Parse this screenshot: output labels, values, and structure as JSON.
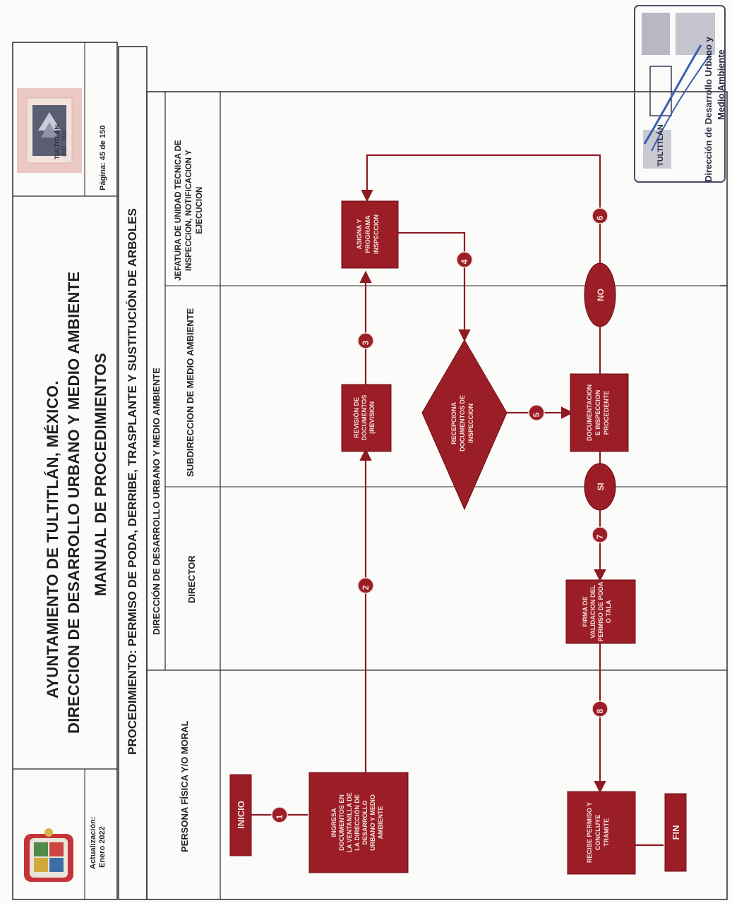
{
  "header": {
    "org_line1": "AYUNTAMIENTO DE TULTITLÁN, MÉXICO.",
    "org_line2": "DIRECCION DE DESARROLLO URBANO Y MEDIO AMBIENTE",
    "manual_title": "MANUAL DE PROCEDIMIENTOS",
    "procedure": "PROCEDIMIENTO: PERMISO DE PODA, DERRIBE, TRASPLANTE Y SUSTITUCIÓN DE ARBOLES",
    "update_label": "Actualización:",
    "update_date": "Enero 2022",
    "page": "Página: 45 de 150",
    "logo_text": "TULTITLÁN",
    "logo_years": "2022 - 2024"
  },
  "lanes": {
    "group_title": "DIRECCIÓN DE DESARROLLO URBANO Y MEDIO AMBIENTE",
    "persona": "PERSONA FÍSICA Y/O MORAL",
    "director": "DIRECTOR",
    "subdireccion": "SUBDIRECCION DE MEDIO AMBIENTE",
    "jefatura_line1": "JEFATURA DE UNIDAD TECNICA DE",
    "jefatura_line2": "INSPECCION, NOTIFICACION Y",
    "jefatura_line3": "EJECUCION"
  },
  "nodes": {
    "inicio": "INICIO",
    "fin": "FIN",
    "ingresa": [
      "INGRESA",
      "DOCUMENTOS EN",
      "LA VENTANILLA DE",
      "LA DIRECCIÓN DE",
      "DESARROLLO",
      "URBANO Y MEDIO",
      "AMBIENTE"
    ],
    "recibe": [
      "RECIBE PERMISO Y",
      "CONCLUYE",
      "TRAMITE"
    ],
    "firma": [
      "FIRMA DE",
      "VALIDACION DEL",
      "PERMISO DE PODA",
      "O TALA"
    ],
    "revision": [
      "REVISIÓN DE",
      "DOCUMENTOS",
      "(REVISION"
    ],
    "recepciona": [
      "RECEPCIONA",
      "DOCUMENTOS DE",
      "INSPECCION"
    ],
    "documentacion": [
      "DOCUMENTACION",
      "E INSPECCION",
      "PROCEDENTE"
    ],
    "asigna": [
      "ASIGNA Y",
      "PROGRAMA",
      "INSPECCION"
    ],
    "si": "SI",
    "no": "NO"
  },
  "connectors": [
    "1",
    "2",
    "3",
    "4",
    "5",
    "6",
    "7",
    "8"
  ],
  "stamp": {
    "text_a": "TULTITLÁN",
    "text_b": "Dirección de Desarrollo Urbano y",
    "text_c": "Medio Ambiente"
  },
  "colors": {
    "node_fill": "#9b1d25",
    "node_stroke": "#6e0f16",
    "line": "#8e1a22",
    "frame": "#2a2a2a"
  }
}
